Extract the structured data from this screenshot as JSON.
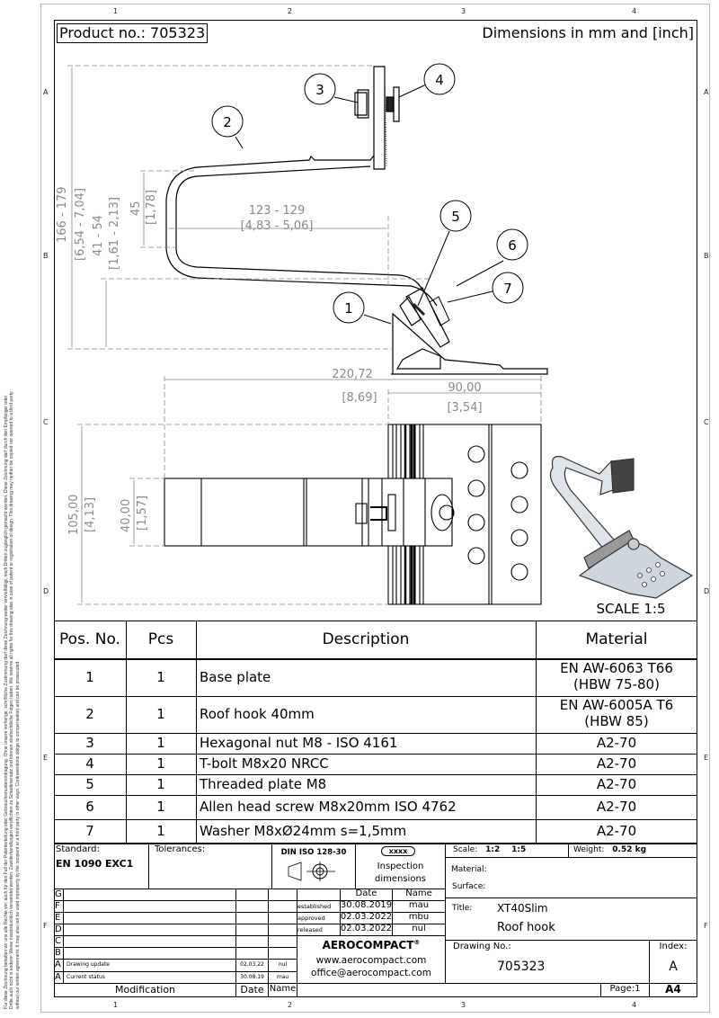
{
  "sheet": {
    "zones_top": [
      "1",
      "2",
      "3",
      "4"
    ],
    "zones_side": [
      "A",
      "B",
      "C",
      "D",
      "E",
      "F"
    ],
    "legal_notice": "Für diese Zeichnung behalten wir uns alle Rechte vor, auch für den Fall der Patenterteilung oder Gebrauchsmustereintragung. Ohne unsere vorherige, schriftliche Zustimmung darf diese Zeichnung weder vervielfältigt, noch Dritten zugänglich gemacht werden. Diese Zeichnung darf durch den Empfänger oder Dritte auch nicht in anderer Weise missbräuchlich verwendet werden. Zuwiderhandlungen verpflichten zu Schadenersatz und können strafrechtliche Folgen haben. We reserve all rights for this drawing also in case of patent or registration of design. This drawing may neither be copied nor opened to a third party without our written agreement. It may also not be used improperly by the recipient or a third party in other ways. Contraventions oblige to compensation and can be prosecuted."
  },
  "header": {
    "product_no": "Product no.: 705323",
    "units": "Dimensions in mm and [inch]"
  },
  "drawing": {
    "balloons": [
      "1",
      "2",
      "3",
      "4",
      "5",
      "6",
      "7"
    ],
    "dims": {
      "overall_height": "166 - 179",
      "overall_height_in": "[6,54 - 7,04]",
      "lower_height": "41 - 54",
      "lower_height_in": "[1,61 - 2,13]",
      "hook_inner": "45",
      "hook_inner_in": "[1,78]",
      "reach": "123 - 129",
      "reach_in": "[4,83 - 5,06]",
      "total_length": "220,72",
      "total_length_in": "[8,69]",
      "base_length": "90,00",
      "base_length_in": "[3,54]",
      "base_width": "105,00",
      "base_width_in": "[4,13]",
      "hook_width": "40,00",
      "hook_width_in": "[1,57]"
    },
    "iso_scale": "SCALE 1:5"
  },
  "parts_table": {
    "headers": [
      "Pos. No.",
      "Pcs",
      "Description",
      "Material"
    ],
    "rows": [
      {
        "pos": "1",
        "pcs": "1",
        "desc": "Base plate",
        "mat1": "EN AW-6063 T66",
        "mat2": "(HBW 75-80)"
      },
      {
        "pos": "2",
        "pcs": "1",
        "desc": "Roof hook 40mm",
        "mat1": "EN AW-6005A T6",
        "mat2": "(HBW 85)"
      },
      {
        "pos": "3",
        "pcs": "1",
        "desc": "Hexagonal nut M8 - ISO 4161",
        "mat1": "A2-70"
      },
      {
        "pos": "4",
        "pcs": "1",
        "desc": "T-bolt M8x20 NRCC",
        "mat1": "A2-70"
      },
      {
        "pos": "5",
        "pcs": "1",
        "desc": "Threaded plate M8",
        "mat1": "A2-70"
      },
      {
        "pos": "6",
        "pcs": "1",
        "desc": "Allen head screw M8x20mm ISO 4762",
        "mat1": "A2-70"
      },
      {
        "pos": "7",
        "pcs": "1",
        "desc": "Washer M8xØ24mm s=1,5mm",
        "mat1": "A2-70"
      }
    ]
  },
  "title_block": {
    "standard_label": "Standard:",
    "standard": "EN 1090 EXC1",
    "tolerances_label": "Tolerances:",
    "din": "DIN ISO 128-30",
    "inspection_badge": "xxxx",
    "inspection_l1": "Inspection",
    "inspection_l2": "dimensions",
    "revisions": [
      {
        "letter": "G",
        "desc": "",
        "date": "",
        "name": ""
      },
      {
        "letter": "F",
        "desc": "",
        "date": "",
        "name": ""
      },
      {
        "letter": "E",
        "desc": "",
        "date": "",
        "name": ""
      },
      {
        "letter": "D",
        "desc": "",
        "date": "",
        "name": ""
      },
      {
        "letter": "C",
        "desc": "",
        "date": "",
        "name": ""
      },
      {
        "letter": "B",
        "desc": "",
        "date": "",
        "name": ""
      },
      {
        "letter": "A",
        "desc": "Drawing update",
        "date": "02.03.22",
        "name": "nul"
      },
      {
        "letter": "A",
        "desc": "Current status",
        "date": "30.08.19",
        "name": "mau"
      }
    ],
    "rev_footer": {
      "modification": "Modification",
      "date": "Date",
      "name": "Name"
    },
    "approval_header": {
      "date": "Date",
      "name": "Name"
    },
    "approvals": [
      {
        "label": "established",
        "date": "30.08.2019",
        "name": "mau"
      },
      {
        "label": "approved",
        "date": "02.03.2022",
        "name": "mbu"
      },
      {
        "label": "released",
        "date": "02.03.2022",
        "name": "nul"
      }
    ],
    "company": "AEROCOMPACT",
    "reg": "®",
    "web": "www.aerocompact.com",
    "email": "office@aerocompact.com",
    "scale_label": "Scale:",
    "scale1": "1:2",
    "scale2": "1:5",
    "weight_label": "Weight:",
    "weight": "0.52 kg",
    "material_label": "Material:",
    "surface_label": "Surface:",
    "title_label": "Title:",
    "title1": "XT40Slim",
    "title2": "Roof hook",
    "drawing_no_label": "Drawing No.:",
    "drawing_no": "705323",
    "index_label": "Index:",
    "index": "A",
    "page": "Page:1",
    "format": "A4"
  }
}
